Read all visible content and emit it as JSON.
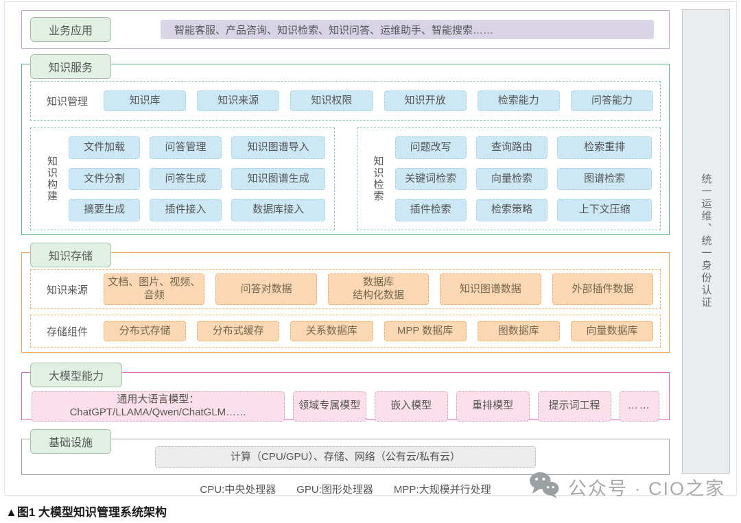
{
  "page": {
    "caption": "▲图1 大模型知识管理系统架构",
    "footer_legend": "CPU:中央处理器　　GPU:图形处理器　　MPP:大规模并行处理",
    "watermark": "公众号 · CIO之家",
    "right_bar": "统一运维、统一身份认证"
  },
  "sections": {
    "business": {
      "label": "业务应用",
      "content": "智能客服、产品咨询、知识检索、知识问答、运维助手、智能搜索……"
    },
    "service": {
      "label": "知识服务",
      "management": {
        "label": "知识管理",
        "items": [
          "知识库",
          "知识来源",
          "知识权限",
          "知识开放",
          "检索能力",
          "问答能力"
        ]
      },
      "build": {
        "label": "知识构建",
        "items": [
          "文件加载",
          "问答管理",
          "知识图谱导入",
          "文件分割",
          "问答生成",
          "知识图谱生成",
          "摘要生成",
          "插件接入",
          "数据库接入"
        ]
      },
      "retrieval": {
        "label": "知识检索",
        "items": [
          "问题改写",
          "查询路由",
          "检索重排",
          "关键词检索",
          "向量检索",
          "图谱检索",
          "插件检索",
          "检索策略",
          "上下文压缩"
        ]
      }
    },
    "storage": {
      "label": "知识存储",
      "sources": {
        "label": "知识来源",
        "items": [
          "文档、图片、视频、\n音频",
          "问答对数据",
          "数据库\n结构化数据",
          "知识图谱数据",
          "外部插件数据"
        ]
      },
      "components": {
        "label": "存储组件",
        "items": [
          "分布式存储",
          "分布式缓存",
          "关系数据库",
          "MPP 数据库",
          "图数据库",
          "向量数据库"
        ]
      }
    },
    "llm": {
      "label": "大模型能力",
      "items": [
        "通用大语言模型：ChatGPT/LLAMA/Qwen/ChatGLM……",
        "领域专属模型",
        "嵌入模型",
        "重排模型",
        "提示词工程",
        "……"
      ]
    },
    "infra": {
      "label": "基础设施",
      "content": "计算（CPU/GPU）、存储、网络（公有云/私有云）"
    }
  },
  "colors": {
    "label_bg": "#e2f0e3",
    "label_border": "#a5bfa7",
    "business_border": "#c9a2cb",
    "business_bar_bg": "#d8d3e5",
    "service_border": "#55b57e",
    "blue_chip_bg": "#cde8f5",
    "storage_border": "#f2a24e",
    "orange_chip_bg": "#f9d8b3",
    "llm_border": "#df64ad",
    "pink_chip_bg": "#fbdfeb",
    "infra_border": "#9d9d9d",
    "gray_chip_bg": "#ececec",
    "sidebar_bg": "#e9edef",
    "watermark_gray": "#a9a9a9"
  }
}
